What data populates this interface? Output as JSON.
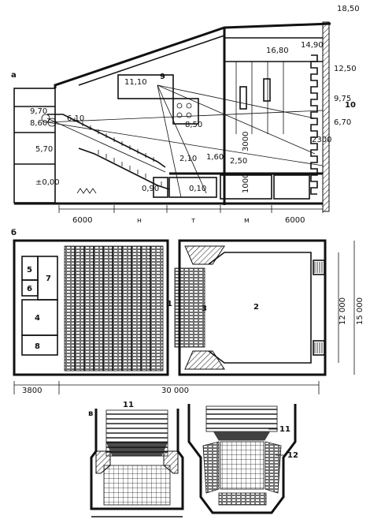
{
  "panels": {
    "a": "а",
    "b": "б",
    "v": "в"
  },
  "section": {
    "levels": {
      "top": "18,50",
      "fly_top": "16,80",
      "grid": "14,90",
      "right_1": "12,50",
      "right_2": "9,75",
      "right_3": "6,70",
      "booth_top": "11,10",
      "foyer_upper": "9,70",
      "foyer_mid": "8,60",
      "balcony": "6,10",
      "booth_mid": "8,50",
      "ground_left": "5,70",
      "zero": "±0,00",
      "pit_1": "2,10",
      "pit_2": "1,60",
      "pit_3": "2,50",
      "under_1": "0,90",
      "under_2": "0,10"
    },
    "dims": {
      "vertical_3000": "3000",
      "vertical_1000": "1000",
      "right_2300": "2300",
      "bottom_left": "6000",
      "bottom_right": "6000",
      "seg_1": "н",
      "seg_2": "т",
      "seg_3": "м"
    },
    "callouts": {
      "n9": "9",
      "n10": "10"
    }
  },
  "plan": {
    "rooms": {
      "r5": "5",
      "r6": "6",
      "r7": "7",
      "r4": "4",
      "r8": "8",
      "hall": "1",
      "stage": "2",
      "forestage": "3"
    },
    "dims": {
      "left": "3800",
      "total": "30 000",
      "stage_inner": "12 000",
      "stage_outer": "15 000"
    }
  },
  "variants": {
    "n11_left": "11",
    "n11_right": "11",
    "n12": "12"
  }
}
